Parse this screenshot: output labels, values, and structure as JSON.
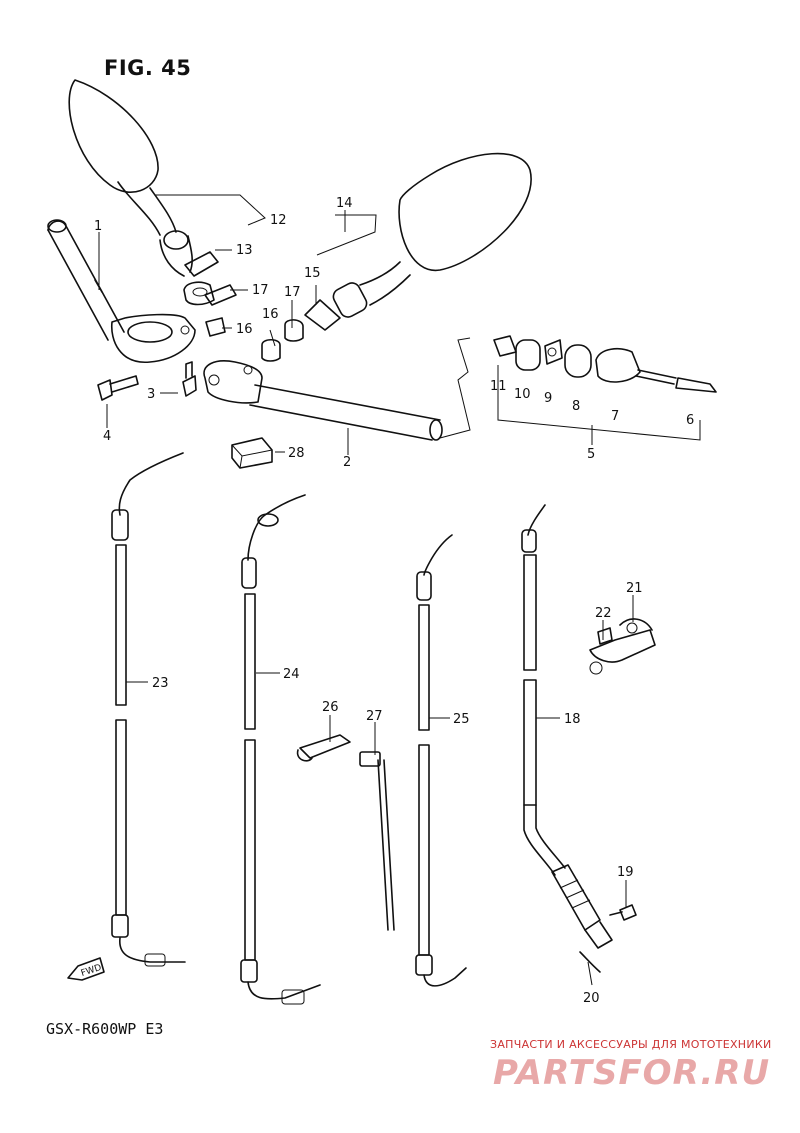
{
  "figure": {
    "title": "FIG. 45",
    "model": "GSX-R600WP  E3",
    "forward_arrow_label": "FWD"
  },
  "watermark": {
    "caption": "ЗАПЧАСТИ И АКСЕССУАРЫ ДЛЯ МОТОТЕХНИКИ",
    "logo": "PARTSFOR.RU"
  },
  "callouts": {
    "c1": "1",
    "c2": "2",
    "c3": "3",
    "c4": "4",
    "c5": "5",
    "c6": "6",
    "c7": "7",
    "c8": "8",
    "c9": "9",
    "c10": "10",
    "c11": "11",
    "c12": "12",
    "c13": "13",
    "c14": "14",
    "c15": "15",
    "c16a": "16",
    "c16b": "16",
    "c17a": "17",
    "c17b": "17",
    "c18": "18",
    "c19": "19",
    "c20": "20",
    "c21": "21",
    "c22": "22",
    "c23": "23",
    "c24": "24",
    "c25": "25",
    "c26": "26",
    "c27": "27",
    "c28": "28"
  }
}
